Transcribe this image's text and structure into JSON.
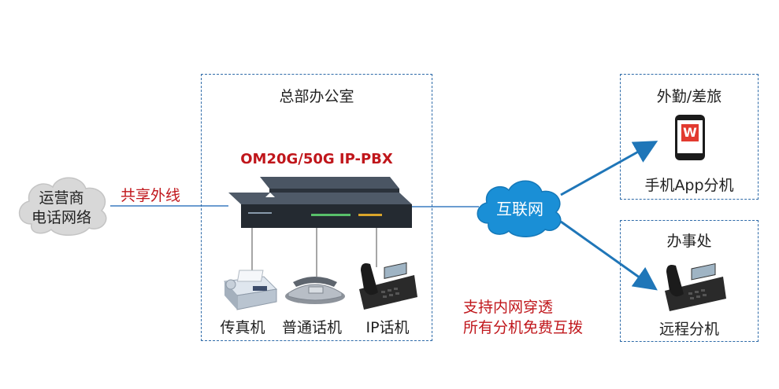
{
  "carrier": {
    "line1": "运营商",
    "line2": "电话网络"
  },
  "trunk_label": "共享外线",
  "hq": {
    "title": "总部办公室",
    "pbx_model": "OM20G/50G IP-PBX",
    "devices": [
      "传真机",
      "普通话机",
      "IP话机"
    ]
  },
  "internet_label": "互联网",
  "feature_note": {
    "line1": "支持内网穿透",
    "line2": "所有分机免费互拨"
  },
  "mobile": {
    "title": "外勤/差旅",
    "device_label": "手机App分机",
    "app_logo": "W"
  },
  "branch": {
    "title": "办事处",
    "device_label": "远程分机"
  },
  "colors": {
    "accent_red": "#c0161b",
    "dashed_border": "#2d6aa8",
    "cloud_blue": "#1a8fd6",
    "arrow_blue": "#1f76b8"
  }
}
